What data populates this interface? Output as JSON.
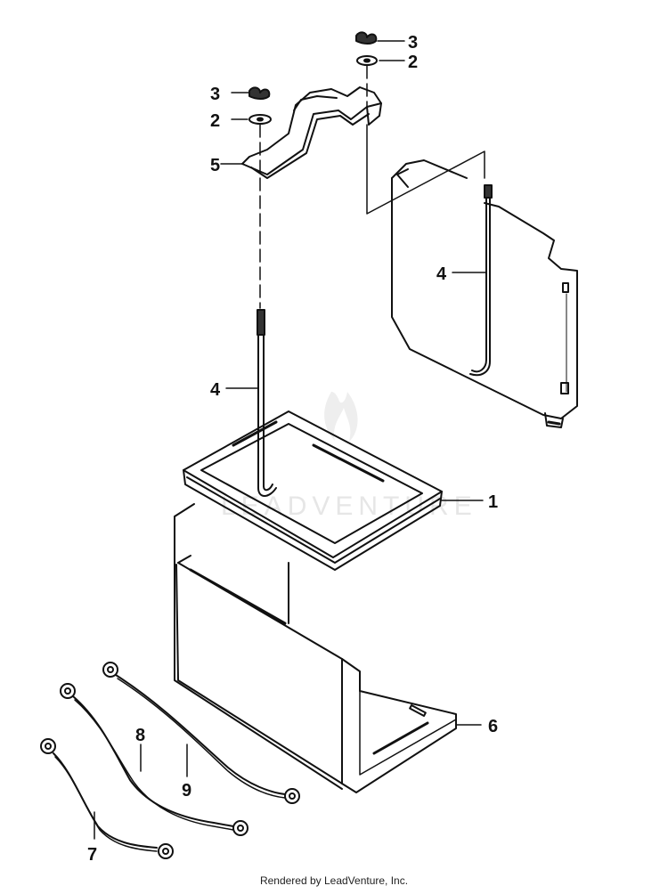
{
  "watermark": {
    "text": "LEADVENTURE"
  },
  "footer": {
    "text": "Rendered by LeadVenture, Inc."
  },
  "callouts": [
    {
      "id": "c1",
      "label": "1"
    },
    {
      "id": "c2a",
      "label": "2"
    },
    {
      "id": "c2b",
      "label": "2"
    },
    {
      "id": "c3a",
      "label": "3"
    },
    {
      "id": "c3b",
      "label": "3"
    },
    {
      "id": "c4a",
      "label": "4"
    },
    {
      "id": "c4b",
      "label": "4"
    },
    {
      "id": "c5",
      "label": "5"
    },
    {
      "id": "c6",
      "label": "6"
    },
    {
      "id": "c7",
      "label": "7"
    },
    {
      "id": "c8",
      "label": "8"
    },
    {
      "id": "c9",
      "label": "9"
    }
  ],
  "colors": {
    "line": "#111111",
    "watermark": "#e6e6e6",
    "background": "#ffffff"
  }
}
